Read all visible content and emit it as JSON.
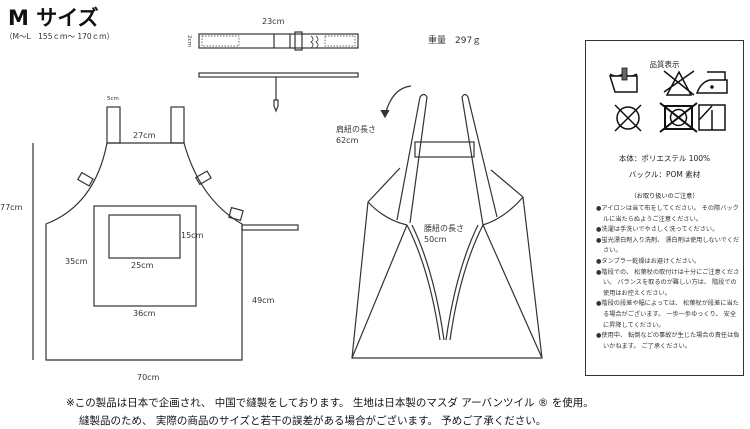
{
  "header": {
    "title": "M サイズ",
    "size_range": "（M～L　155ｃｍ～ 170ｃｍ）",
    "weight": "重量　297ｇ"
  },
  "belt": {
    "length": "23cm",
    "width": "2cm"
  },
  "front": {
    "strap_width": "5cm",
    "top_width": "27cm",
    "total_length": "77cm",
    "inner_pocket_height": "15cm",
    "pocket_height": "35cm",
    "inner_pocket_width": "25cm",
    "pocket_width": "36cm",
    "side_length": "49cm",
    "bottom_width": "70cm"
  },
  "back": {
    "shoulder_label": "肩紐の長さ",
    "shoulder_value": "62cm",
    "waist_label": "腰紐の長さ",
    "waist_value": "50cm"
  },
  "care": {
    "title": "品質表示",
    "icons": [
      "hand-wash-icon",
      "no-bleach-icon",
      "iron-low-icon",
      "no-tumble-dry-icon",
      "no-dry-clean-icon",
      "line-dry-shade-icon"
    ],
    "body": "本体：ポリエステル 100%",
    "buckle": "バックル：POM 素材",
    "notes_title": "（お取り扱いのご注意）",
    "notes": [
      "●アイロンは当て布をしてください。 その際バックルに当たらぬようご注意ください。",
      "●洗濯は手洗いでやさしく洗ってください。",
      "●蛍光漂白剤入り洗剤、 漂白剤は使用しないでください。",
      "●タンブラー乾燥はお避けください。",
      "●階段での、 松葉杖の取付けは十分にご注意ください。 バランスを取るのが難しい方は、 階段での使用はお控えください。",
      "●階段の段差や幅によっては、 松葉杖が段差に当たる場合がございます。 一歩一歩ゆっくり、 安全に昇降してください。",
      "●使用中、 転倒などの事故が生じた場合の責任は負いかねます。 ご了承ください。"
    ]
  },
  "footer": {
    "line1": "※この製品は日本で企画され、 中国で縫製をしております。 生地は日本製のマスダ アーバンツイル ® を使用。",
    "line2": "縫製品のため、 実際の商品のサイズと若干の誤差がある場合がございます。 予めご了承ください。"
  }
}
